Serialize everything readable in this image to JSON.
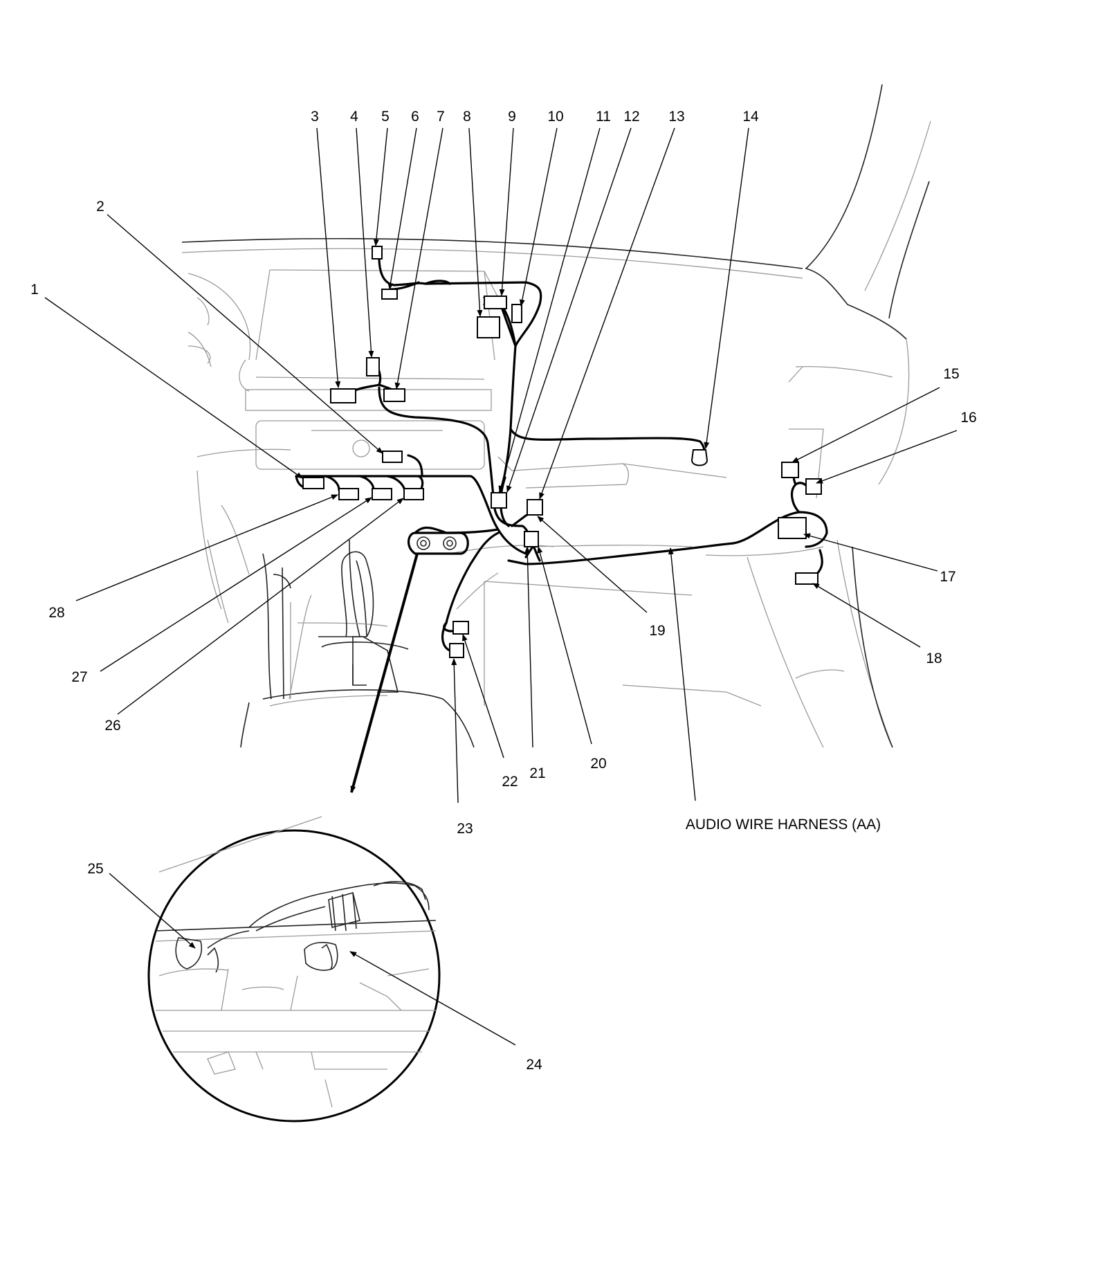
{
  "callouts": [
    {
      "id": 1,
      "label": "1"
    },
    {
      "id": 2,
      "label": "2"
    },
    {
      "id": 3,
      "label": "3"
    },
    {
      "id": 4,
      "label": "4"
    },
    {
      "id": 5,
      "label": "5"
    },
    {
      "id": 6,
      "label": "6"
    },
    {
      "id": 7,
      "label": "7"
    },
    {
      "id": 8,
      "label": "8"
    },
    {
      "id": 9,
      "label": "9"
    },
    {
      "id": 10,
      "label": "10"
    },
    {
      "id": 11,
      "label": "11"
    },
    {
      "id": 12,
      "label": "12"
    },
    {
      "id": 13,
      "label": "13"
    },
    {
      "id": 14,
      "label": "14"
    },
    {
      "id": 15,
      "label": "15"
    },
    {
      "id": 16,
      "label": "16"
    },
    {
      "id": 17,
      "label": "17"
    },
    {
      "id": 18,
      "label": "18"
    },
    {
      "id": 19,
      "label": "19"
    },
    {
      "id": 20,
      "label": "20"
    },
    {
      "id": 21,
      "label": "21"
    },
    {
      "id": 22,
      "label": "22"
    },
    {
      "id": 23,
      "label": "23"
    },
    {
      "id": 24,
      "label": "24"
    },
    {
      "id": 25,
      "label": "25"
    },
    {
      "id": 26,
      "label": "26"
    },
    {
      "id": 27,
      "label": "27"
    },
    {
      "id": 28,
      "label": "28"
    }
  ],
  "harness_label": "AUDIO WIRE HARNESS (AA)"
}
